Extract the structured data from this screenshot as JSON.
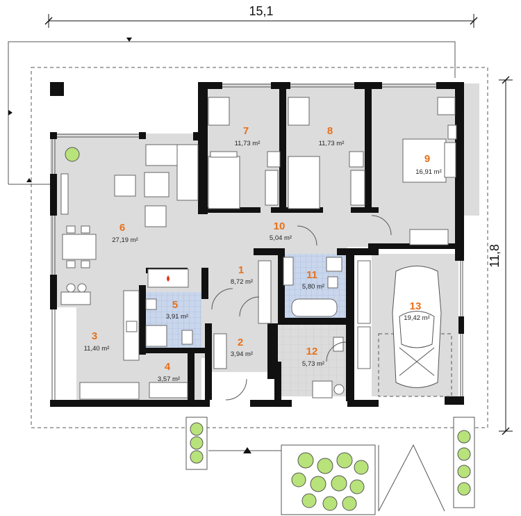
{
  "dimensions": {
    "width": "15,1",
    "depth": "11,8"
  },
  "rooms": [
    {
      "id": "room-1",
      "number": "1",
      "area": "8,72 m²"
    },
    {
      "id": "room-2",
      "number": "2",
      "area": "3,94 m²"
    },
    {
      "id": "room-3",
      "number": "3",
      "area": "11,40 m²"
    },
    {
      "id": "room-4",
      "number": "4",
      "area": "3,57 m²"
    },
    {
      "id": "room-5",
      "number": "5",
      "area": "3,91 m²"
    },
    {
      "id": "room-6",
      "number": "6",
      "area": "27,19 m²"
    },
    {
      "id": "room-7",
      "number": "7",
      "area": "11,73 m²"
    },
    {
      "id": "room-8",
      "number": "8",
      "area": "11,73 m²"
    },
    {
      "id": "room-9",
      "number": "9",
      "area": "16,91 m²"
    },
    {
      "id": "room-10",
      "number": "10",
      "area": "5,04 m²"
    },
    {
      "id": "room-11",
      "number": "11",
      "area": "5,80 m²"
    },
    {
      "id": "room-12",
      "number": "12",
      "area": "5,73 m²"
    },
    {
      "id": "room-13",
      "number": "13",
      "area": "19,42 m²"
    }
  ],
  "colors": {
    "room_number": "#e8701a",
    "floor": "#dcdcdc",
    "tile": "#c9d6ec",
    "wall": "#111111",
    "plant": "#b8e27a"
  },
  "icons": [
    "entrance-arrow-icon",
    "fireplace-flame-icon",
    "car-icon",
    "shrub-icon",
    "chimney-icon"
  ]
}
